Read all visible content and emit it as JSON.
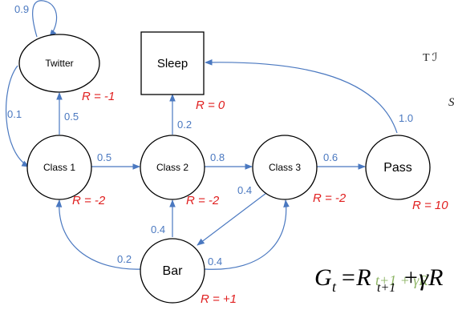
{
  "nodes": {
    "twitter": {
      "label": "Twitter",
      "reward": "R = -1"
    },
    "sleep": {
      "label": "Sleep",
      "reward": "R = 0"
    },
    "class1": {
      "label": "Class 1",
      "reward": "R = -2"
    },
    "class2": {
      "label": "Class 2",
      "reward": "R = -2"
    },
    "class3": {
      "label": "Class 3",
      "reward": "R = -2"
    },
    "pass": {
      "label": "Pass",
      "reward": "R = 10"
    },
    "bar": {
      "label": "Bar",
      "reward": "R = +1"
    }
  },
  "edges": {
    "twitter_self": "0.9",
    "twitter_to_class1": "0.1",
    "class1_to_twitter": "0.5",
    "class1_to_class2": "0.5",
    "class2_to_sleep": "0.2",
    "class2_to_class3": "0.8",
    "class3_to_pass": "0.6",
    "pass_to_sleep": "1.0",
    "class3_to_bar": "0.4",
    "bar_to_class1": "0.2",
    "bar_to_class2": "0.4",
    "bar_to_class3": "0.4"
  },
  "equation": {
    "G": "G",
    "t_sub": "t",
    "eq_R": "=R",
    "sub_t1": "t+1",
    "rest": "+γR",
    "ghost": "t+1 + γR"
  },
  "side_text": {
    "top": "T ℐ",
    "mid": "S"
  },
  "colors": {
    "edge": "#4a78c0",
    "reward": "#e02020",
    "node_stroke": "#000000"
  }
}
